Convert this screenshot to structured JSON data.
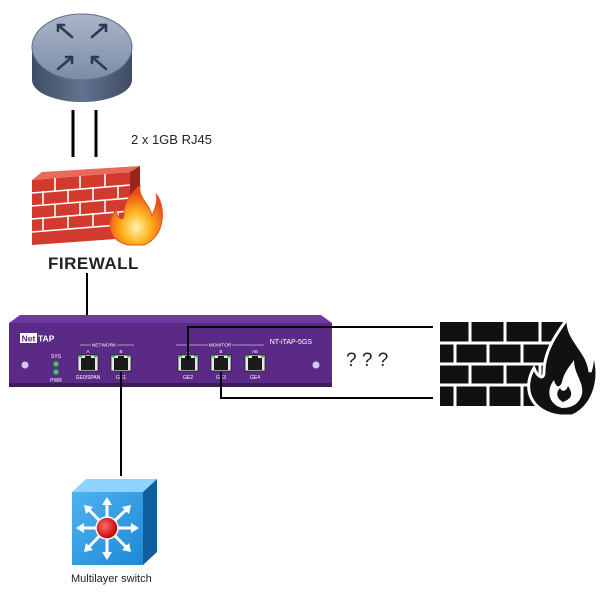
{
  "router": {
    "icon": "router-icon"
  },
  "link_label": "2 x 1GB RJ45",
  "firewall": {
    "icon": "firewall-icon",
    "label": "FIREWALL"
  },
  "tap": {
    "brand_left": "Net",
    "brand_right": "TAP",
    "model": "NT-iTAP-5GS",
    "led_sys": "SYS",
    "led_pwr": "PWR",
    "group_network": "NETWORK",
    "group_monitor": "MONITOR",
    "network_a": "A",
    "network_b": "B",
    "monitor_a": "A",
    "monitor_b": "B",
    "monitor_ab": "AB",
    "ports": [
      "GE0/SPAN",
      "GE1",
      "GE2",
      "GE3",
      "GE4"
    ]
  },
  "unknown_text": "? ? ?",
  "remote_firewall": {
    "icon": "firewall-icon"
  },
  "switch": {
    "icon": "multilayer-switch-icon",
    "label": "Multilayer switch"
  },
  "colors": {
    "tap_purple": "#5b2a86",
    "firewall_red": "#c0392b",
    "switch_blue": "#1e88d6",
    "router_blue": "#5a6f8e",
    "led_green": "#35d14a"
  }
}
